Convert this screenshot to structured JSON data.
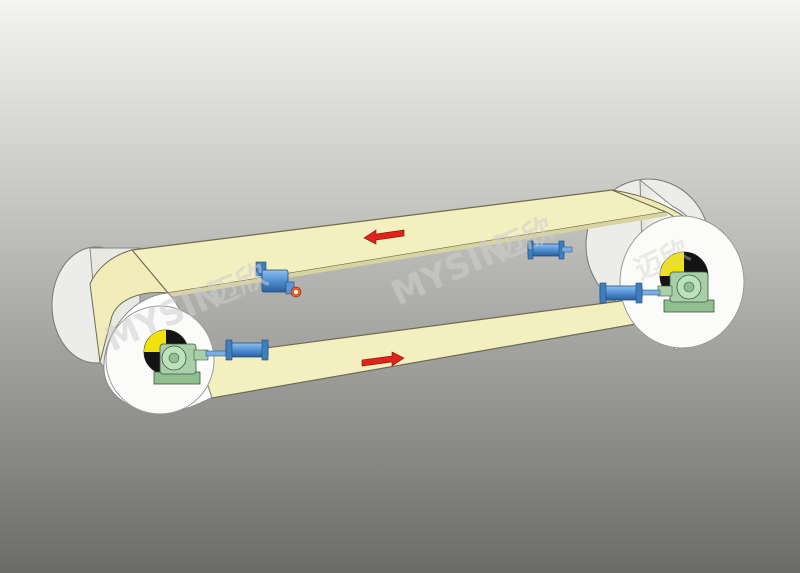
{
  "scene": {
    "description_free": true,
    "background": {
      "top": "#f4f4f2",
      "bottom": "#6b6b69"
    },
    "belt_color": "#f3efbf",
    "belt_edge_color": "#6e6b52",
    "roller_color": "#f7f7f5",
    "roller_shade_color": "#d9d9d4",
    "cylinder_color": "#4f8fd3",
    "gearbox_color": "#a9cfa9",
    "arrow_color": "#e0241a",
    "disc_colors": {
      "black": "#141414",
      "yellow": "#f1e10d",
      "white": "#ffffff"
    }
  },
  "watermark": {
    "latin": "MYSIN",
    "cjk": "迈欣",
    "color": "#cfcfcf"
  },
  "arrows": [
    {
      "name": "upper-belt-arrow",
      "direction": "left"
    },
    {
      "name": "lower-belt-arrow",
      "direction": "right"
    }
  ]
}
